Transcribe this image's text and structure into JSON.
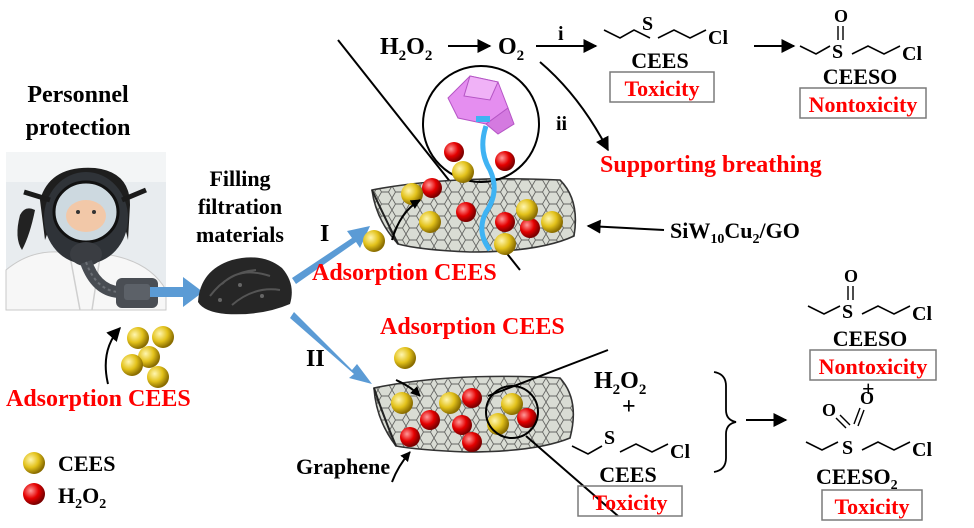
{
  "colors": {
    "highlight": "#ff0000",
    "process_arrow": "#5b9bd5",
    "cees_particle": "#e3c21b",
    "h2o2_particle": "#e50000",
    "polyoxometalate": "#e58ef0",
    "linker": "#3fb3f3"
  },
  "personnel": {
    "line1": "Personnel",
    "line2": "protection",
    "adsorption": "Adsorption CEES"
  },
  "legend": {
    "cees": "CEES",
    "h2o2_main": "H",
    "h2o2_sub1": "2",
    "h2o2_mid": "O",
    "h2o2_sub2": "2"
  },
  "filling": {
    "line1": "Filling",
    "line2": "filtration",
    "line3": "materials"
  },
  "route_I": {
    "label": "I",
    "eq_h": "H",
    "eq_sub1": "2",
    "eq_o": "O",
    "eq_sub2": "2",
    "eq_o2": "O",
    "eq_o2_sub": "2",
    "path_i": "i",
    "path_ii": "ii",
    "reactant_cl": "Cl",
    "reactant_s": "S",
    "reactant_name": "CEES",
    "reactant_tox": "Toxicity",
    "product_o": "O",
    "product_s": "S",
    "product_cl": "Cl",
    "product_name": "CEESO",
    "product_tox": "Nontoxicity",
    "supporting": "Supporting breathing",
    "catalyst_a": "SiW",
    "catalyst_sub1": "10",
    "catalyst_b": "Cu",
    "catalyst_sub2": "2",
    "catalyst_c": "/GO",
    "adsorption": "Adsorption CEES"
  },
  "route_II": {
    "label": "II",
    "adsorption": "Adsorption CEES",
    "support": "Graphene",
    "reac_h": "H",
    "reac_sub1": "2",
    "reac_o": "O",
    "reac_sub2": "2",
    "plus": "+",
    "reac_s": "S",
    "reac_cl": "Cl",
    "reac_name": "CEES",
    "reac_tox": "Toxicity",
    "p1_o": "O",
    "p1_s": "S",
    "p1_cl": "Cl",
    "p1_name": "CEESO",
    "p1_tox": "Nontoxicity",
    "plus2": "+",
    "p2_o1": "O",
    "p2_o2": "O",
    "p2_s": "S",
    "p2_cl": "Cl",
    "p2_name": "CEESO",
    "p2_sub": "2",
    "p2_tox": "Toxicity"
  }
}
